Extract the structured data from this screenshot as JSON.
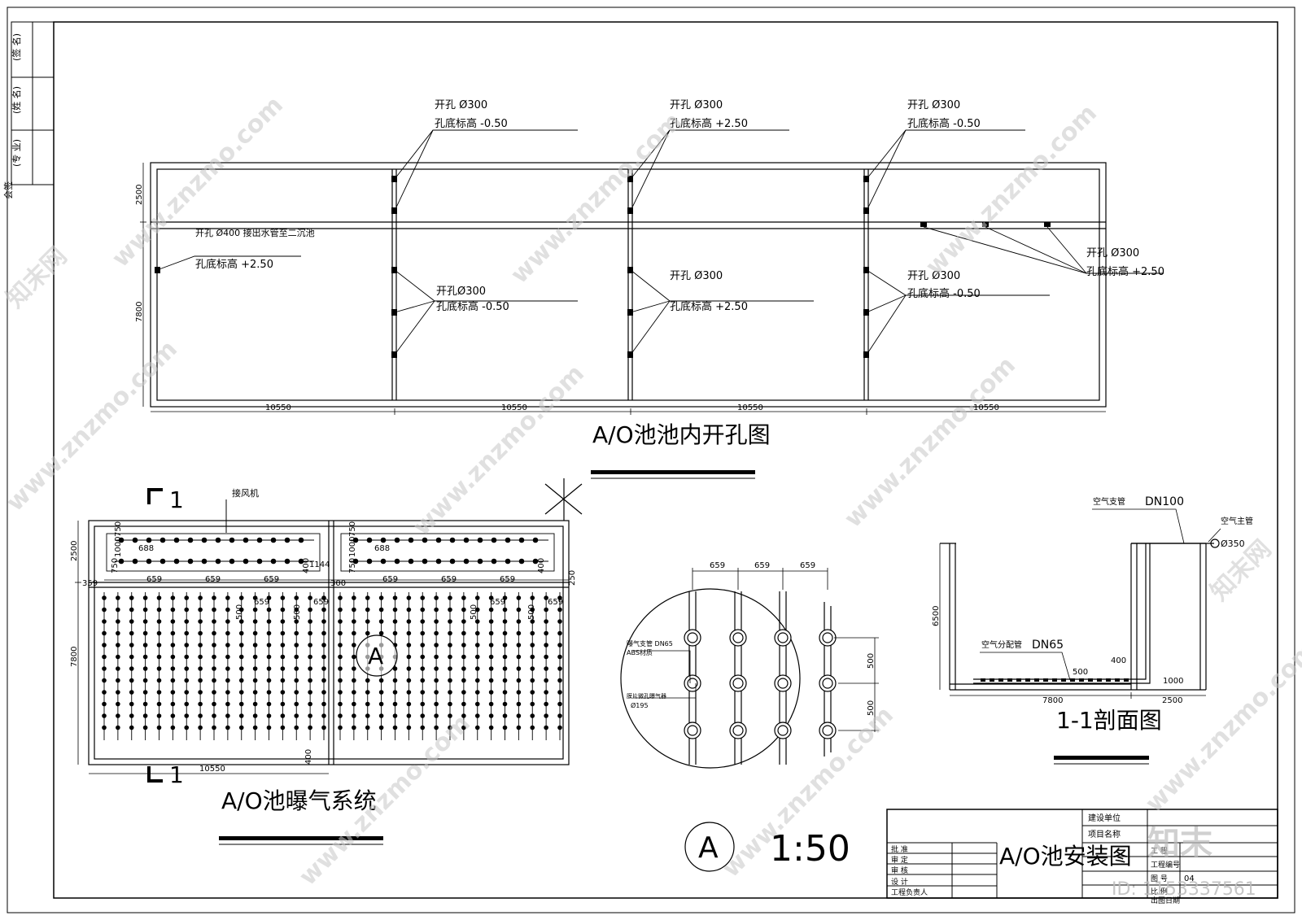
{
  "plan_top": {
    "title": "A/O池池内开孔图",
    "dim_vertical": [
      "2500",
      "7800"
    ],
    "dim_horizontal": [
      "10550",
      "10550",
      "10550",
      "10550"
    ],
    "notes": [
      {
        "l1": "开孔 Ø300",
        "l2": "孔底标高 -0.50"
      },
      {
        "l1": "开孔 Ø300",
        "l2": "孔底标高 +2.50"
      },
      {
        "l1": "开孔 Ø300",
        "l2": "孔底标高 -0.50"
      },
      {
        "l1": "开孔 Ø400 接出水管至二沉池",
        "l2": "孔底标高 +2.50"
      },
      {
        "l1": "开孔Ø300",
        "l2": "孔底标高 -0.50"
      },
      {
        "l1": "开孔 Ø300",
        "l2": "孔底标高 +2.50"
      },
      {
        "l1": "开孔 Ø300",
        "l2": "孔底标高 -0.50"
      },
      {
        "l1": "开孔 Ø300",
        "l2": "孔底标高 +2.50"
      }
    ]
  },
  "aeration": {
    "title": "A/O池曝气系统",
    "section_mark": "1",
    "blower_label": "接风机",
    "dims": [
      "2500",
      "7800",
      "750",
      "1000",
      "750",
      "688",
      "1144",
      "400",
      "659",
      "659",
      "659",
      "359",
      "500",
      "500",
      "659",
      "659",
      "400",
      "10550",
      "750",
      "1000",
      "750",
      "688",
      "300",
      "400",
      "659",
      "659",
      "659",
      "250",
      "500",
      "500",
      "659",
      "659"
    ],
    "detail_mark": "A"
  },
  "detail": {
    "mark": "A",
    "scale": "1:50",
    "dims_top": [
      "659",
      "659",
      "659"
    ],
    "dims_right": [
      "500",
      "500"
    ],
    "labels": [
      "曝气支管 DN65",
      "ABS材质",
      "膜片微孔曝气器",
      "Ø195"
    ]
  },
  "section": {
    "title": "1-1剖面图",
    "labels": {
      "branch": "空气支管",
      "branch_dn": "DN100",
      "main": "空气主管",
      "main_dia": "Ø350",
      "dist": "空气分配管",
      "dist_dn": "DN65"
    },
    "dims": [
      "6500",
      "500",
      "400",
      "1000",
      "7800",
      "2500"
    ]
  },
  "title_block": {
    "client_label": "建设单位",
    "project_label": "项目名称",
    "drawing_title": "A/O池安装图",
    "roles": [
      "批 准",
      "审 定",
      "审 核",
      "设 计",
      "工程负责人"
    ],
    "fields": [
      "工程编号",
      "图 号",
      "比 例",
      "出图日期"
    ],
    "field_values": [
      "",
      "04",
      "",
      ""
    ],
    "sheet_field": "工 程"
  },
  "side_strip": [
    "(签 名)",
    "(姓 名)",
    "(专 业)",
    "会签"
  ],
  "watermark": {
    "site": "www.znzmo.com",
    "brand": "知末网",
    "logo": "知末",
    "id": "ID: 1153337561"
  }
}
